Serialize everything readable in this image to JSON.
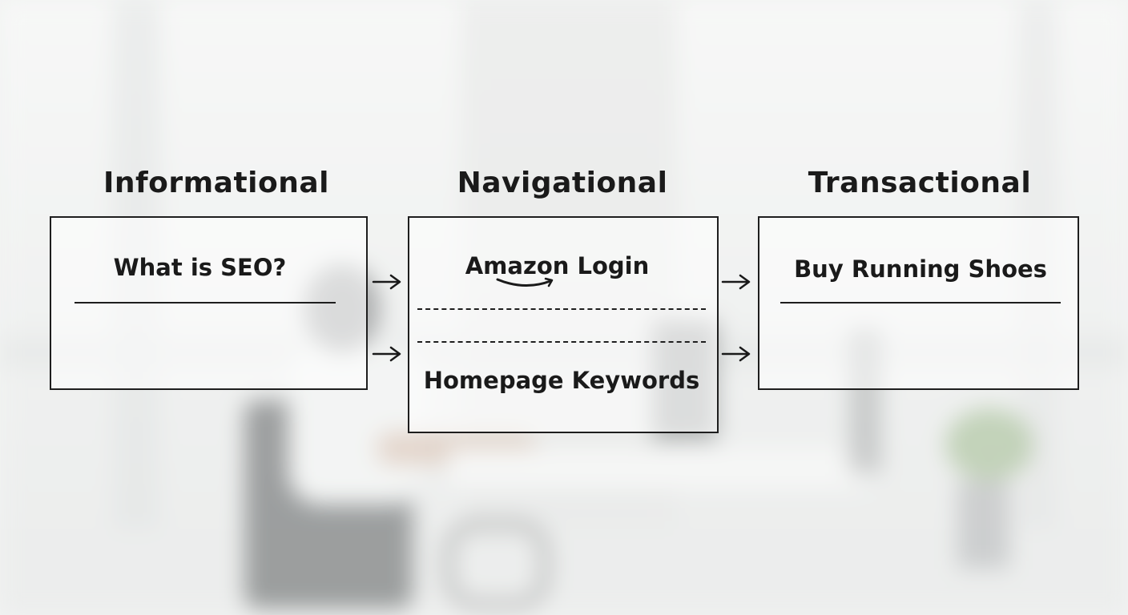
{
  "columns": [
    {
      "heading": "Informational",
      "items": [
        "What is SEO?"
      ]
    },
    {
      "heading": "Navigational",
      "items": [
        "Amazon Login",
        "Homepage Keywords"
      ]
    },
    {
      "heading": "Transactional",
      "items": [
        "Buy Running Shoes"
      ]
    }
  ],
  "icons": [
    "amazon-smile-logo",
    "arrow-right-icon"
  ]
}
